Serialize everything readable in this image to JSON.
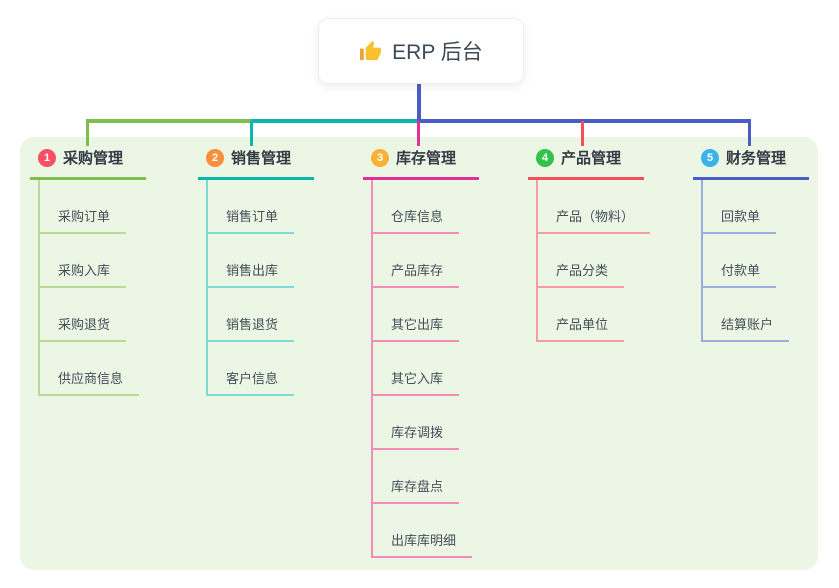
{
  "root": {
    "label": "ERP 后台",
    "icon": "thumbs-up-icon",
    "icon_color": "#fbc02d",
    "icon_accent": "#e8a33d"
  },
  "canvas": {
    "background": "#ebf6e4"
  },
  "connectors": {
    "root_line_color": "#4a5dc7"
  },
  "branches": [
    {
      "index": "1",
      "label": "采购管理",
      "badge_color": "#f84f63",
      "line_color": "#7cbf4c",
      "child_line_color": "#b7dd94",
      "children": [
        "采购订单",
        "采购入库",
        "采购退货",
        "供应商信息"
      ]
    },
    {
      "index": "2",
      "label": "销售管理",
      "badge_color": "#f98e3d",
      "line_color": "#0cb5ae",
      "child_line_color": "#7edad4",
      "children": [
        "销售订单",
        "销售出库",
        "销售退货",
        "客户信息"
      ]
    },
    {
      "index": "3",
      "label": "库存管理",
      "badge_color": "#f9b234",
      "line_color": "#e0309a",
      "child_line_color": "#f18cbb",
      "children": [
        "仓库信息",
        "产品库存",
        "其它出库",
        "其它入库",
        "库存调拨",
        "库存盘点",
        "出库库明细"
      ]
    },
    {
      "index": "4",
      "label": "产品管理",
      "badge_color": "#33c24b",
      "line_color": "#f54f5f",
      "child_line_color": "#f79da2",
      "children": [
        "产品（物料）",
        "产品分类",
        "产品单位"
      ]
    },
    {
      "index": "5",
      "label": "财务管理",
      "badge_color": "#3bb3ea",
      "line_color": "#4a5dc7",
      "child_line_color": "#9bacdf",
      "children": [
        "回款单",
        "付款单",
        "结算账户"
      ]
    }
  ]
}
